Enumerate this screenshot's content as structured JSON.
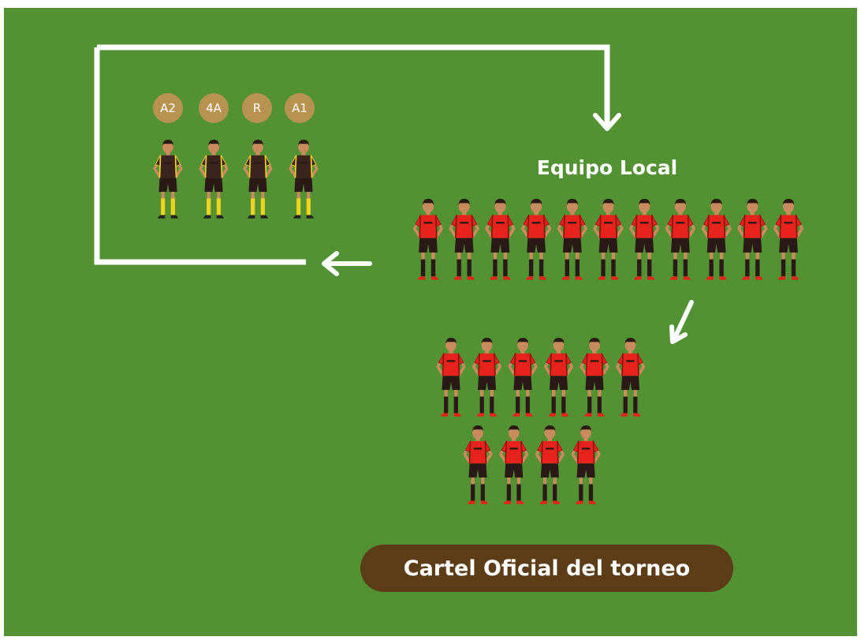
{
  "field": {
    "color": "#529233"
  },
  "officials": {
    "badges": [
      "A2",
      "4A",
      "R",
      "A1"
    ],
    "badge_color": "#b8924f",
    "kit": {
      "shirt": "#3b2320",
      "trim": "#f2d21c",
      "shorts": "#2b1917",
      "socks": "#f2d21c"
    }
  },
  "team": {
    "title": "Equipo Local",
    "kit": {
      "shirt": "#e8231e",
      "trim": "#8a1410",
      "shorts": "#2b1917",
      "socks": "#2b1917",
      "boots": "#e8231e"
    }
  },
  "banner": {
    "label": "Cartel Oficial del torneo",
    "color": "#5c3d17"
  }
}
